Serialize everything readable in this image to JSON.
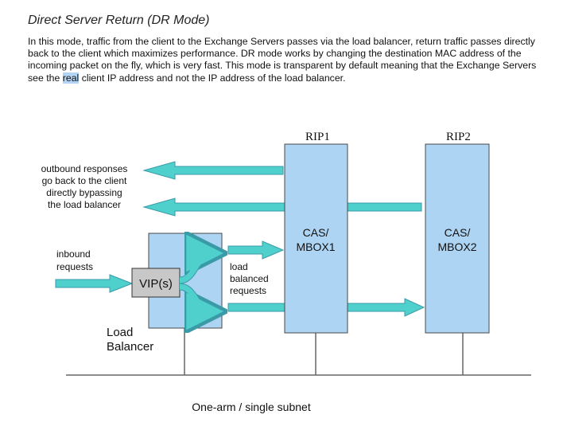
{
  "heading": "Direct Server Return (DR Mode)",
  "paragraph": {
    "before": "In this mode, traffic from the client to the Exchange Servers passes via the load balancer, return traffic passes directly back to the client which maximizes performance. DR mode works by changing the destination MAC address of the incoming packet on the fly, which is very fast. This mode is transparent by default meaning that the Exchange Servers see the ",
    "highlight": "real",
    "after": " client IP address and not the IP address of the load balancer."
  },
  "diagram": {
    "rip1": "RIP1",
    "rip2": "RIP2",
    "server1": [
      "CAS/",
      "MBOX1"
    ],
    "server2": [
      "CAS/",
      "MBOX2"
    ],
    "outbound": [
      "outbound responses",
      "go back to the client",
      "directly bypassing",
      "the load balancer"
    ],
    "inbound": [
      "inbound",
      "requests"
    ],
    "vip": "VIP(s)",
    "balanced": [
      "load",
      "balanced",
      "requests"
    ],
    "load_balancer": [
      "Load",
      "Balancer"
    ],
    "footer": "One-arm /  single subnet",
    "colors": {
      "server_fill": "#aed4f4",
      "box_stroke": "#4a4a4a",
      "arrow_fill": "#4fd0cc",
      "arrow_stroke": "#3a9aa8",
      "vip_fill": "#c8c8c8"
    }
  }
}
